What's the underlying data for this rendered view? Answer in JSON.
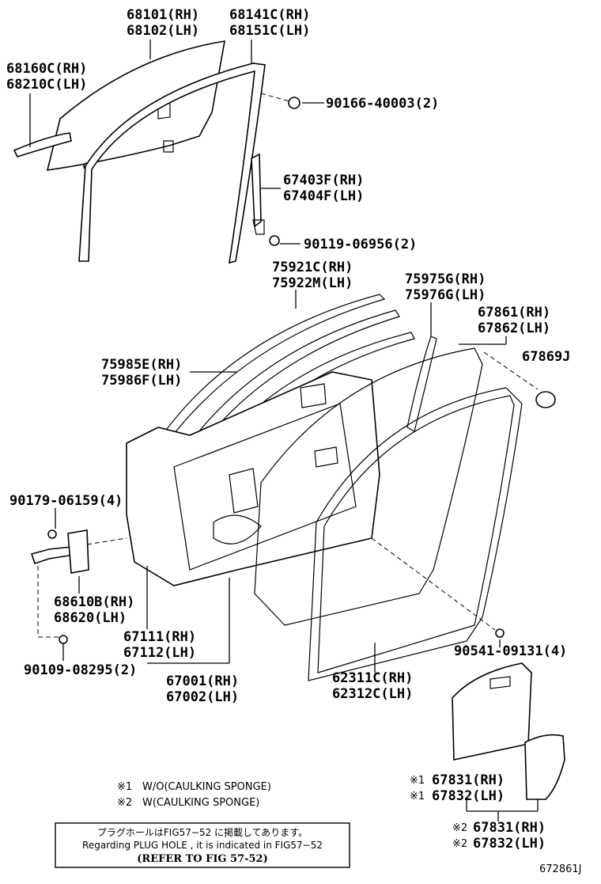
{
  "labels": {
    "glass": [
      "68101(RH)",
      "68102(LH)"
    ],
    "run": [
      "68141C(RH)",
      "68151C(LH)"
    ],
    "channel": [
      "68160C(RH)",
      "68210C(LH)"
    ],
    "screw1": "90166-40003(2)",
    "sash": [
      "67403F(RH)",
      "67404F(LH)"
    ],
    "screw2": "90119-06956(2)",
    "weather": [
      "75921C(RH)",
      "75922M(LH)"
    ],
    "weather2": [
      "75975G(RH)",
      "75976G(LH)"
    ],
    "seal": [
      "67861(RH)",
      "67862(LH)"
    ],
    "hole_plug": "67869J",
    "molding": [
      "75985E(RH)",
      "75986F(LH)"
    ],
    "bolt1": "90179-06159(4)",
    "check": [
      "68610B(RH)",
      "68620(LH)"
    ],
    "frame": [
      "67111(RH)",
      "67112(LH)"
    ],
    "bolt2": "90109-08295(2)",
    "door": [
      "67001(RH)",
      "67002(LH)"
    ],
    "bolt3": "90541-09131(4)",
    "weatherstrip": [
      "62311C(RH)",
      "62312C(LH)"
    ],
    "cover1": [
      "67831(RH)",
      "67832(LH)"
    ],
    "cover2": [
      "67831(RH)",
      "67832(LH)"
    ]
  },
  "notes": {
    "mark1": "※1",
    "mark2": "※2",
    "note1": "W/O(CAULKING SPONGE)",
    "note2": "W(CAULKING SPONGE)"
  },
  "reference_box": {
    "line1": "プラグホールはFIG57−52 に掲載してあります。",
    "line2": "Regarding PLUG HOLE , it is indicated in FIG57−52",
    "line3": "(REFER TO FIG 57-52)"
  },
  "figure_code": "672861J"
}
